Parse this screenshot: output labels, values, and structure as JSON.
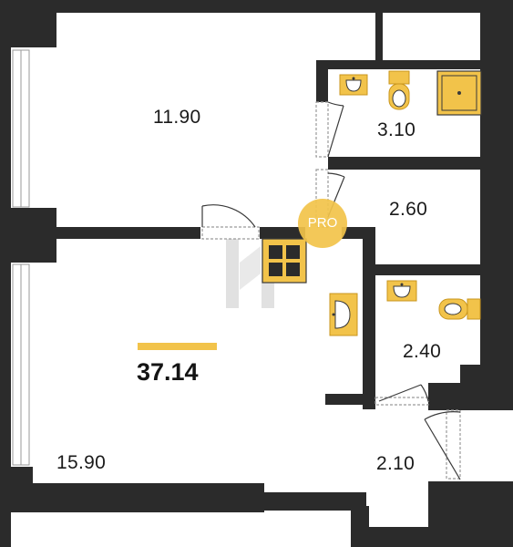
{
  "plan": {
    "total_area": "37.14",
    "rooms": [
      {
        "id": "room-living",
        "area": "11.90"
      },
      {
        "id": "room-bath-1",
        "area": "3.10"
      },
      {
        "id": "room-hall-1",
        "area": "2.60"
      },
      {
        "id": "room-bath-2",
        "area": "2.40"
      },
      {
        "id": "room-main",
        "area": "15.90"
      },
      {
        "id": "room-entry",
        "area": "2.10"
      }
    ],
    "badge": "PRO",
    "colors": {
      "wall": "#2b2b2b",
      "fixture_fill": "#f2c34a",
      "fixture_stroke": "#c8961e",
      "accent": "#f2c34a",
      "window_line": "#9a9a9a",
      "door_line": "#3a3a3a",
      "watermark": "#d8d8d8"
    },
    "icons": [
      "sink-icon",
      "toilet-icon",
      "shower-icon",
      "stove-icon",
      "door-swing-icon",
      "window-icon",
      "pro-badge-icon"
    ]
  }
}
